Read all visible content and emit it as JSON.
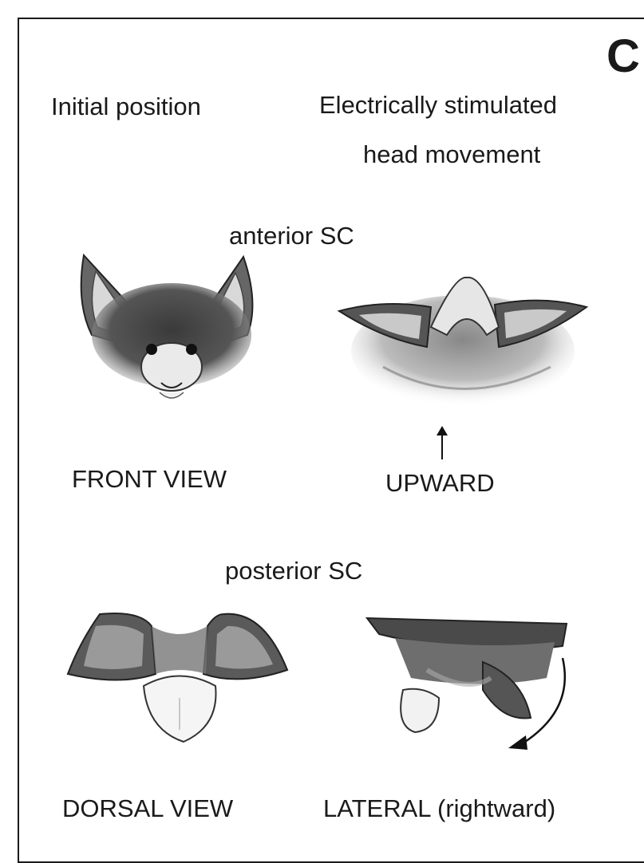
{
  "panel_letter": "C",
  "headers": {
    "left": "Initial position",
    "right_line1": "Electrically stimulated",
    "right_line2": "head movement"
  },
  "sections": [
    {
      "title": "anterior SC",
      "left_caption": "FRONT VIEW",
      "right_caption": "UPWARD",
      "arrow": "arrow-up-icon"
    },
    {
      "title": "posterior SC",
      "left_caption": "DORSAL VIEW",
      "right_caption": "LATERAL (rightward)",
      "arrow": "curved-arrow-icon"
    }
  ]
}
